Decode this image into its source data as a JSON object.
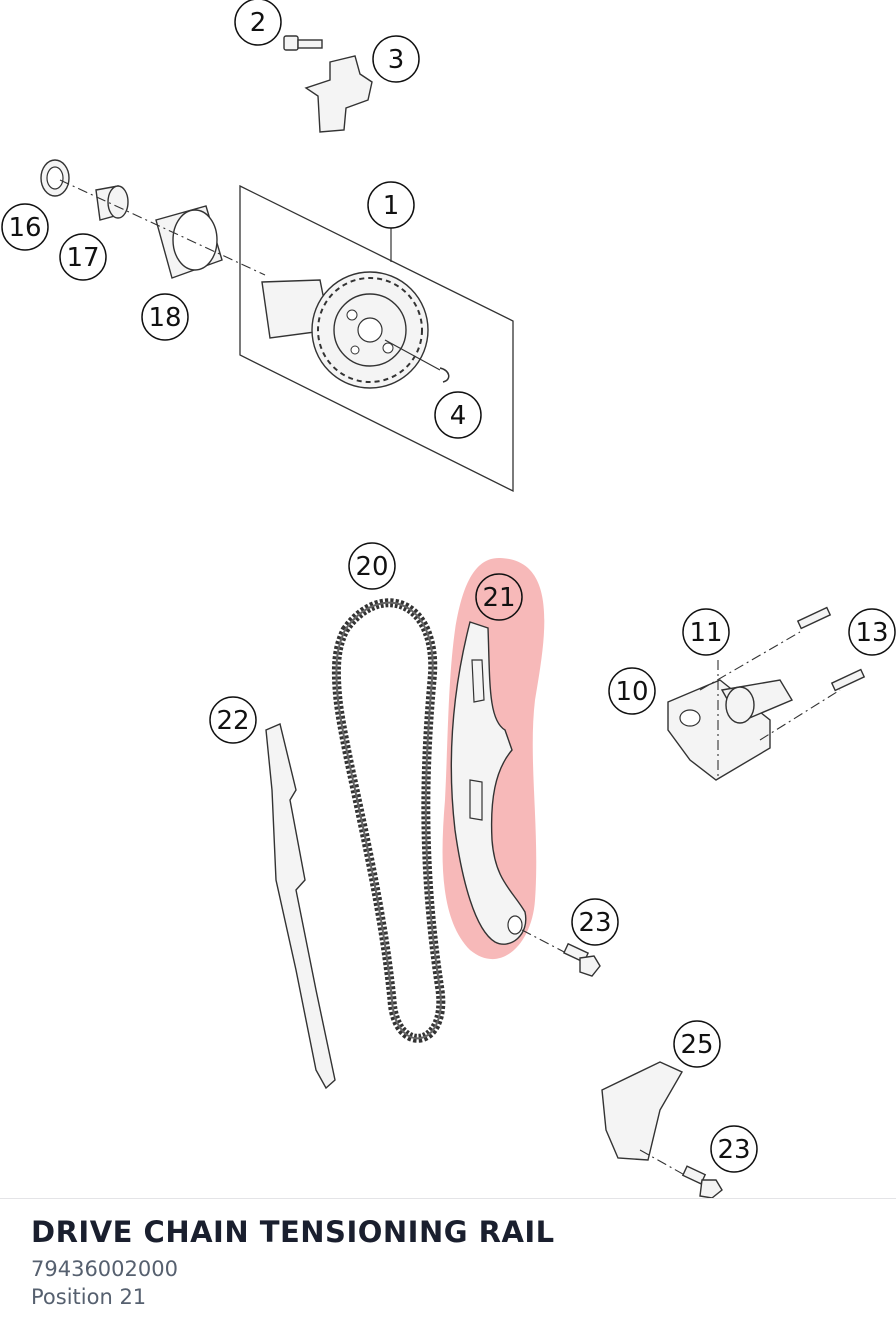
{
  "part": {
    "title": "DRIVE CHAIN TENSIONING RAIL",
    "number": "79436002000",
    "position": "Position 21"
  },
  "highlight_color": "#f08080",
  "callouts": [
    {
      "id": "c2",
      "label": "2"
    },
    {
      "id": "c3",
      "label": "3"
    },
    {
      "id": "c1",
      "label": "1"
    },
    {
      "id": "c16",
      "label": "16"
    },
    {
      "id": "c17",
      "label": "17"
    },
    {
      "id": "c18",
      "label": "18"
    },
    {
      "id": "c4",
      "label": "4"
    },
    {
      "id": "c20",
      "label": "20"
    },
    {
      "id": "c21",
      "label": "21",
      "highlighted": true
    },
    {
      "id": "c11",
      "label": "11"
    },
    {
      "id": "c13",
      "label": "13"
    },
    {
      "id": "c10",
      "label": "10"
    },
    {
      "id": "c22",
      "label": "22"
    },
    {
      "id": "c23a",
      "label": "23"
    },
    {
      "id": "c25",
      "label": "25"
    },
    {
      "id": "c23b",
      "label": "23"
    }
  ]
}
